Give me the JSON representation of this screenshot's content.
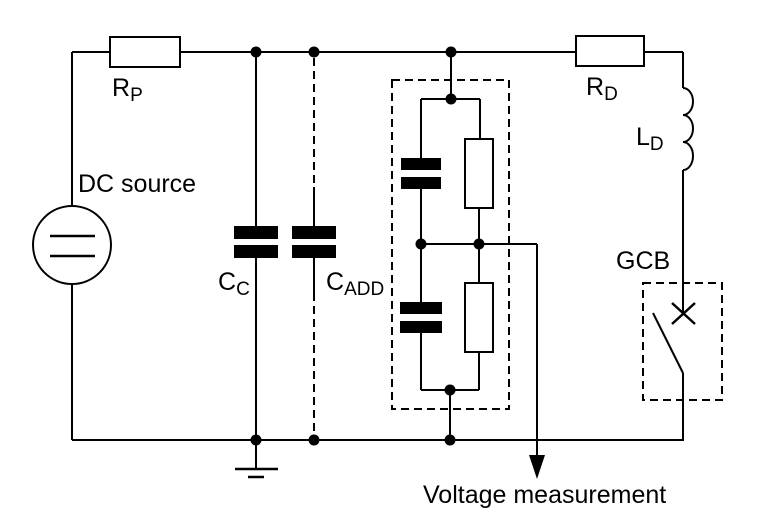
{
  "colors": {
    "line": "#000000",
    "background": "#ffffff"
  },
  "components": {
    "dc_source": {
      "label": "DC source"
    },
    "rp": {
      "label_main": "R",
      "label_sub": "P"
    },
    "cc": {
      "label_main": "C",
      "label_sub": "C"
    },
    "cadd": {
      "label_main": "C",
      "label_sub": "ADD"
    },
    "rd": {
      "label_main": "R",
      "label_sub": "D"
    },
    "ld": {
      "label_main": "L",
      "label_sub": "D"
    },
    "gcb": {
      "label": "GCB"
    }
  },
  "measurement": {
    "label": "Voltage measurement"
  }
}
